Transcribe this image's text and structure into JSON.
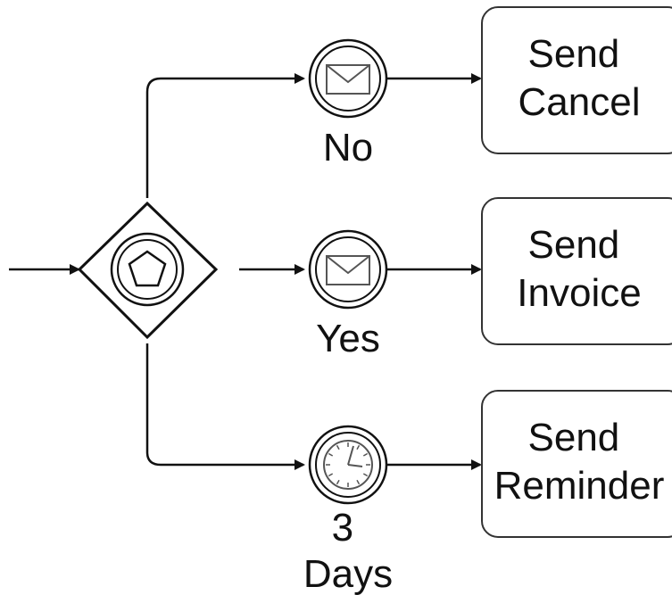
{
  "diagram": {
    "gateway": {
      "type": "event-based-exclusive-gateway",
      "icon": "pentagon-icon"
    },
    "branches": [
      {
        "event": {
          "type": "message-catch",
          "icon": "envelope-icon",
          "label_lines": [
            "No"
          ]
        },
        "task": {
          "label_lines": [
            "Send",
            "Cancel"
          ]
        }
      },
      {
        "event": {
          "type": "message-catch",
          "icon": "envelope-icon",
          "label_lines": [
            "Yes"
          ]
        },
        "task": {
          "label_lines": [
            "Send",
            "Invoice"
          ]
        }
      },
      {
        "event": {
          "type": "timer-catch",
          "icon": "clock-icon",
          "label_lines": [
            "3",
            "Days"
          ]
        },
        "task": {
          "label_lines": [
            "Send",
            "Reminder"
          ]
        }
      }
    ],
    "colors": {
      "stroke": "#111111",
      "task_stroke": "#333333",
      "icon_stroke": "#555555"
    }
  }
}
